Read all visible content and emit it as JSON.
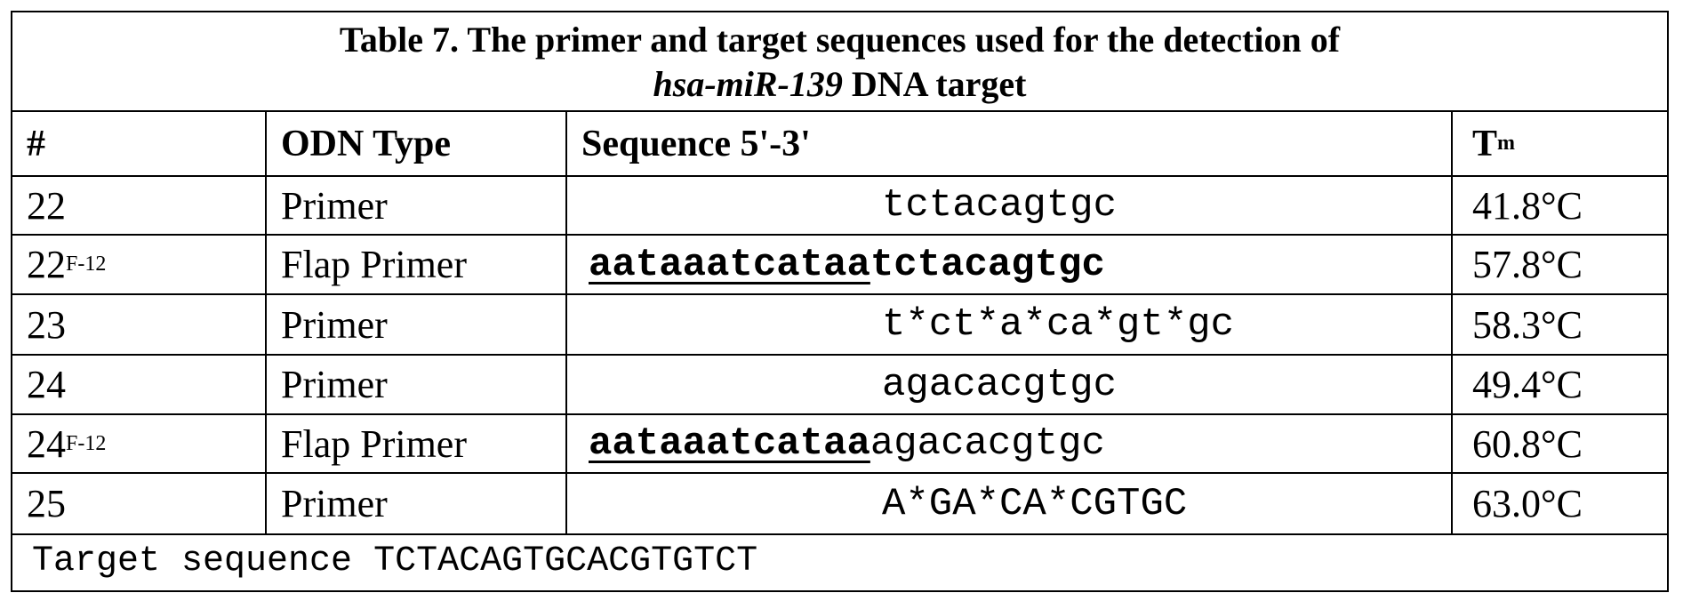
{
  "title": {
    "line1": "Table 7. The primer and target sequences used for the detection of",
    "line2_italic": "hsa-miR-139",
    "line2_rest": " DNA target"
  },
  "headers": {
    "num": "#",
    "type": "ODN Type",
    "sequence": "Sequence 5'-3'",
    "tm": "T",
    "tm_sub": "m"
  },
  "rows": [
    {
      "num": "22",
      "num_sub": "",
      "type": "Primer",
      "flap": "",
      "sequence": "tctacagtgc",
      "tm": "41.8°C"
    },
    {
      "num": "22",
      "num_sub": "F-12",
      "type": "Flap Primer",
      "flap": "aataaatcataa",
      "sequence": "tctacagtgc",
      "tm": "57.8°C"
    },
    {
      "num": "23",
      "num_sub": "",
      "type": "Primer",
      "flap": "",
      "sequence": "t*ct*a*ca*gt*gc",
      "tm": "58.3°C"
    },
    {
      "num": "24",
      "num_sub": "",
      "type": "Primer",
      "flap": "",
      "sequence": "agacacgtgc",
      "tm": "49.4°C"
    },
    {
      "num": "24 ",
      "num_sub": "F-12",
      "type": "Flap Primer",
      "flap": "aataaatcataa",
      "sequence": "agacacgtgc",
      "tm": "60.8°C"
    },
    {
      "num": "25",
      "num_sub": "",
      "type": "Primer",
      "flap": "",
      "sequence": "A*GA*CA*CGTGC",
      "tm": "63.0°C"
    }
  ],
  "footer": "Target sequence TCTACAGTGCACGTGTCT"
}
